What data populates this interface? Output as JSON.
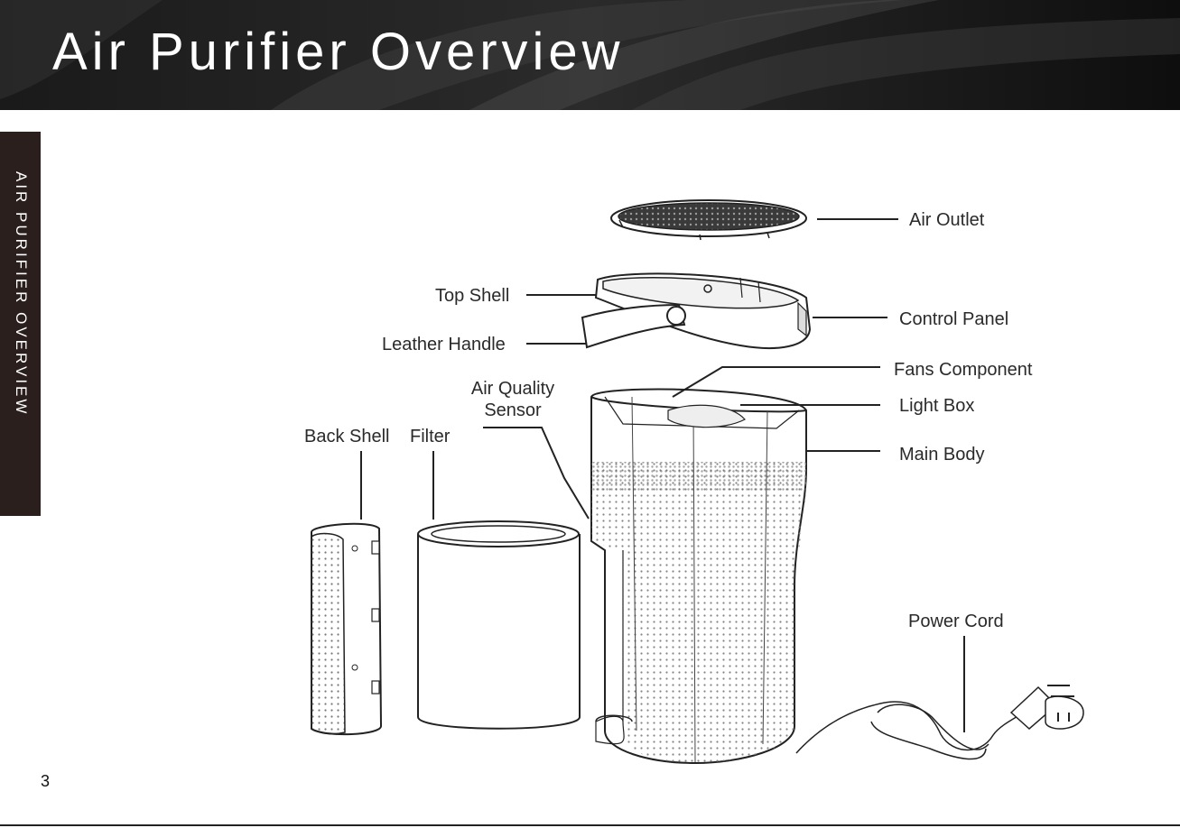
{
  "header": {
    "title": "Air Purifier Overview"
  },
  "side_tab": {
    "label": "AIR PURIFIER OVERVIEW"
  },
  "page": {
    "number": "3"
  },
  "labels": {
    "air_outlet": "Air Outlet",
    "top_shell": "Top Shell",
    "control_panel": "Control Panel",
    "leather_handle": "Leather Handle",
    "fans_component": "Fans Component",
    "air_quality_sensor_line1": "Air Quality",
    "air_quality_sensor_line2": "Sensor",
    "light_box": "Light Box",
    "back_shell": "Back Shell",
    "filter": "Filter",
    "main_body": "Main Body",
    "power_cord": "Power Cord"
  }
}
